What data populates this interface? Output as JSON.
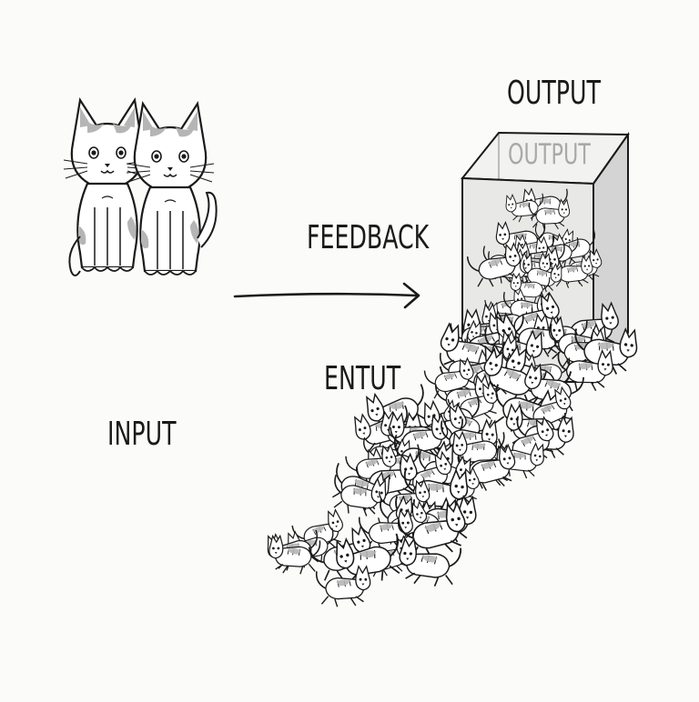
{
  "labels": {
    "output": "OUTPUT",
    "box_output": "OUTPUT",
    "feedback": "FEEDBACK",
    "entut": "ENTUT",
    "input": "INPUT"
  },
  "colors": {
    "ink": "#1a1a1a",
    "patch": "#b5b5b5",
    "box_side": "#d4d4d4",
    "background": "#fbfbf9"
  },
  "icons": [
    "cat-icon",
    "arrow-right-icon",
    "box-icon"
  ]
}
